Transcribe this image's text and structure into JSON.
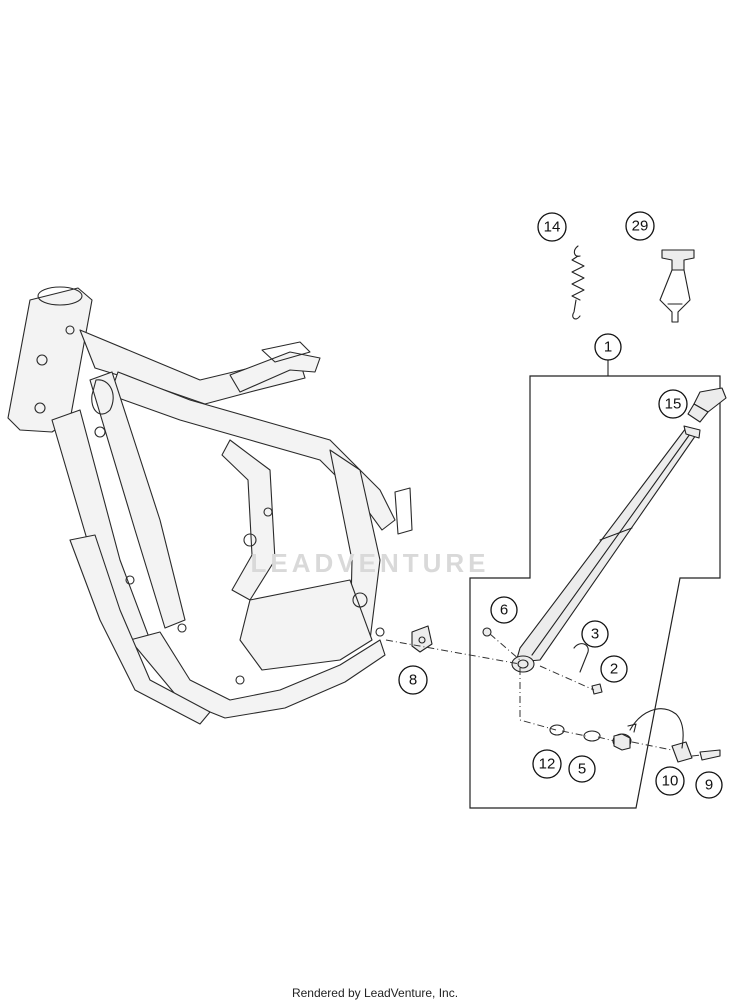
{
  "watermark": "LEADVENTURE",
  "footer": "Rendered by LeadVenture, Inc.",
  "callouts": {
    "c1": "1",
    "c2": "2",
    "c3": "3",
    "c5": "5",
    "c6": "6",
    "c8": "8",
    "c9": "9",
    "c10": "10",
    "c12": "12",
    "c14": "14",
    "c15": "15",
    "c29": "29"
  }
}
